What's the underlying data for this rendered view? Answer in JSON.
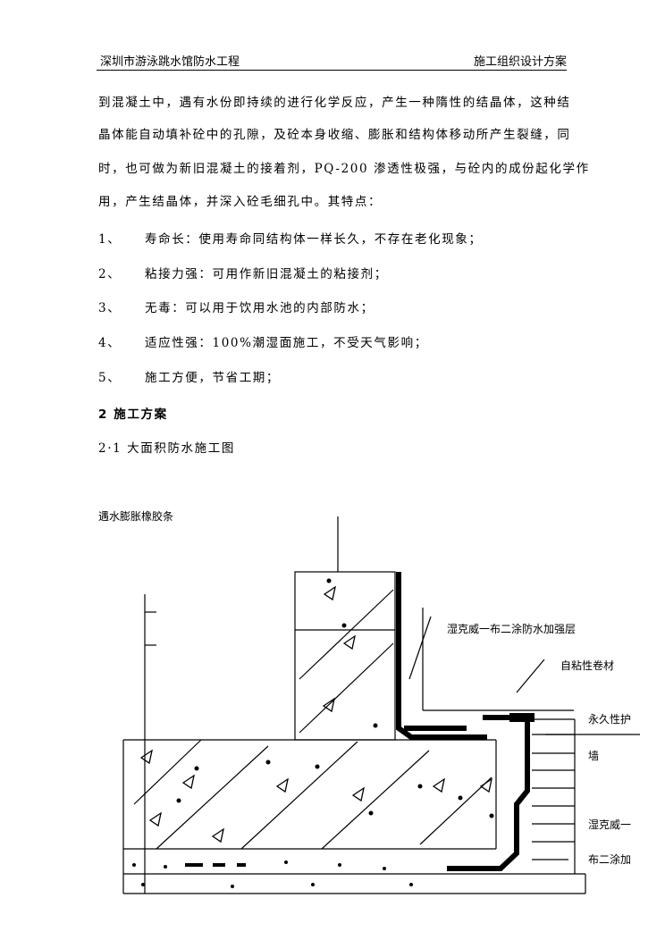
{
  "header": {
    "left": "深圳市游泳跳水馆防水工程",
    "right": "施工组织设计方案"
  },
  "body": {
    "paragraph": [
      "到混凝土中，遇有水份即持续的进行化学反应，产生一种隋性的结晶体，这种结",
      "晶体能自动填补砼中的孔隙，及砼本身收缩、膨胀和结构体移动所产生裂缝，同",
      "时，也可做为新旧混凝土的接着剂，PQ-200 渗透性极强，与砼内的成份起化学作",
      "用，产生结晶体，并深入砼毛细孔中。其特点："
    ],
    "features": [
      {
        "num": "1、",
        "text": "寿命长：使用寿命同结构体一样长久，不存在老化现象；"
      },
      {
        "num": "2、",
        "text": "粘接力强：可用作新旧混凝土的粘接剂；"
      },
      {
        "num": "3、",
        "text": "无毒：可以用于饮用水池的内部防水；"
      },
      {
        "num": "4、",
        "text": "适应性强：100%潮湿面施工，不受天气影响；"
      },
      {
        "num": "5、",
        "text": "施工方便，节省工期；"
      }
    ],
    "section_heading": "2 施工方案",
    "subsection_heading": "2·1 大面积防水施工图"
  },
  "diagram": {
    "labels": {
      "swell_strip": "遇水膨胀橡胶条",
      "reinforce_layer": "湿克威一布二涂防水加强层",
      "self_adhesive": "自粘性卷材",
      "protect_wall_1": "永久性护",
      "protect_wall_2": "墙",
      "coating_1": "湿克威一",
      "coating_2": "布二涂加"
    }
  }
}
